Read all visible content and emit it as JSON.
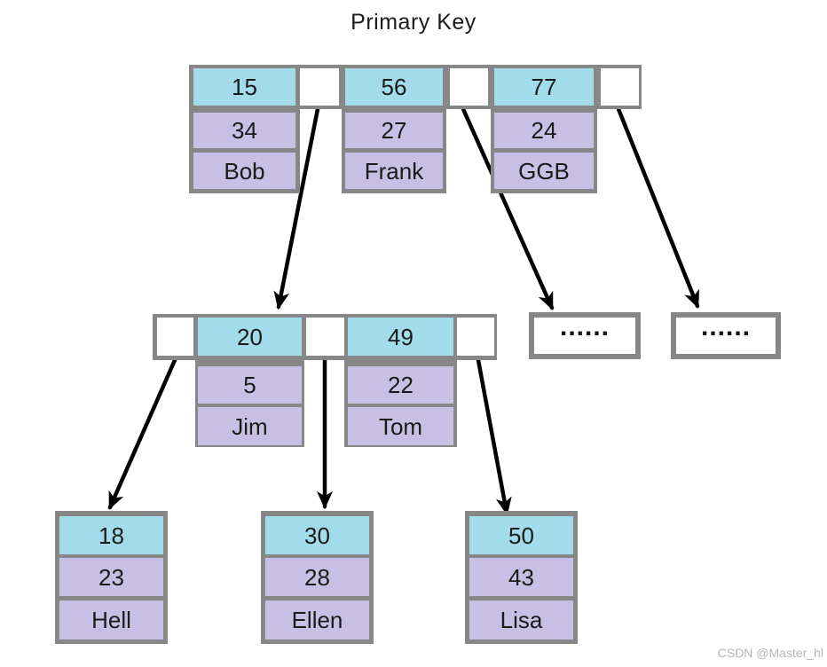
{
  "title": "Primary Key",
  "watermark": "CSDN @Master_hl",
  "palette": {
    "key_cell_fill": "#a2dcea",
    "record_cell_fill": "#c8c0e4",
    "frame_gray": "#878787",
    "pointer_cell_fill": "#ffffff",
    "arrow_color": "#000000",
    "text_color": "#1a1a1a",
    "watermark_color": "#b5b5b5"
  },
  "root_node": {
    "entries": [
      {
        "key": "15",
        "second": "34",
        "name": "Bob"
      },
      {
        "key": "56",
        "second": "27",
        "name": "Frank"
      },
      {
        "key": "77",
        "second": "24",
        "name": "GGB"
      }
    ]
  },
  "internal_node": {
    "entries": [
      {
        "key": "20",
        "second": "5",
        "name": "Jim"
      },
      {
        "key": "49",
        "second": "22",
        "name": "Tom"
      }
    ]
  },
  "ellipsis_nodes": [
    {
      "label": "......"
    },
    {
      "label": "......"
    }
  ],
  "leaf_nodes": [
    {
      "key": "18",
      "second": "23",
      "name": "Hell"
    },
    {
      "key": "30",
      "second": "28",
      "name": "Ellen"
    },
    {
      "key": "50",
      "second": "43",
      "name": "Lisa"
    }
  ]
}
